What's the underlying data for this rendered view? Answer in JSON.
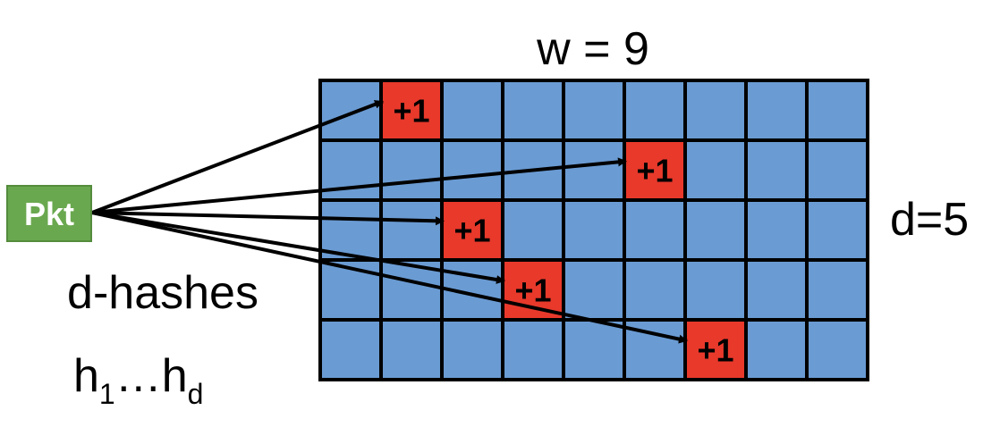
{
  "labels": {
    "width": "w = 9",
    "depth": "d=5",
    "hashes_line1": "d-hashes",
    "hashes_base": "h",
    "hashes_sub1": "1",
    "hashes_ellipsis": "…h",
    "hashes_subd": "d",
    "packet": "Pkt",
    "increment": "+1"
  },
  "grid": {
    "columns": 9,
    "rows": 5
  },
  "hits": [
    {
      "row": 0,
      "col": 1,
      "label": "+1"
    },
    {
      "row": 1,
      "col": 5,
      "label": "+1"
    },
    {
      "row": 2,
      "col": 2,
      "label": "+1"
    },
    {
      "row": 3,
      "col": 3,
      "label": "+1"
    },
    {
      "row": 4,
      "col": 6,
      "label": "+1"
    }
  ],
  "colors": {
    "cell": "#6a9bd3",
    "grid_line": "#000000",
    "hit": "#e8392b",
    "packet": "#6aa84f",
    "packet_border": "#548c3c",
    "arrow": "#000000"
  }
}
